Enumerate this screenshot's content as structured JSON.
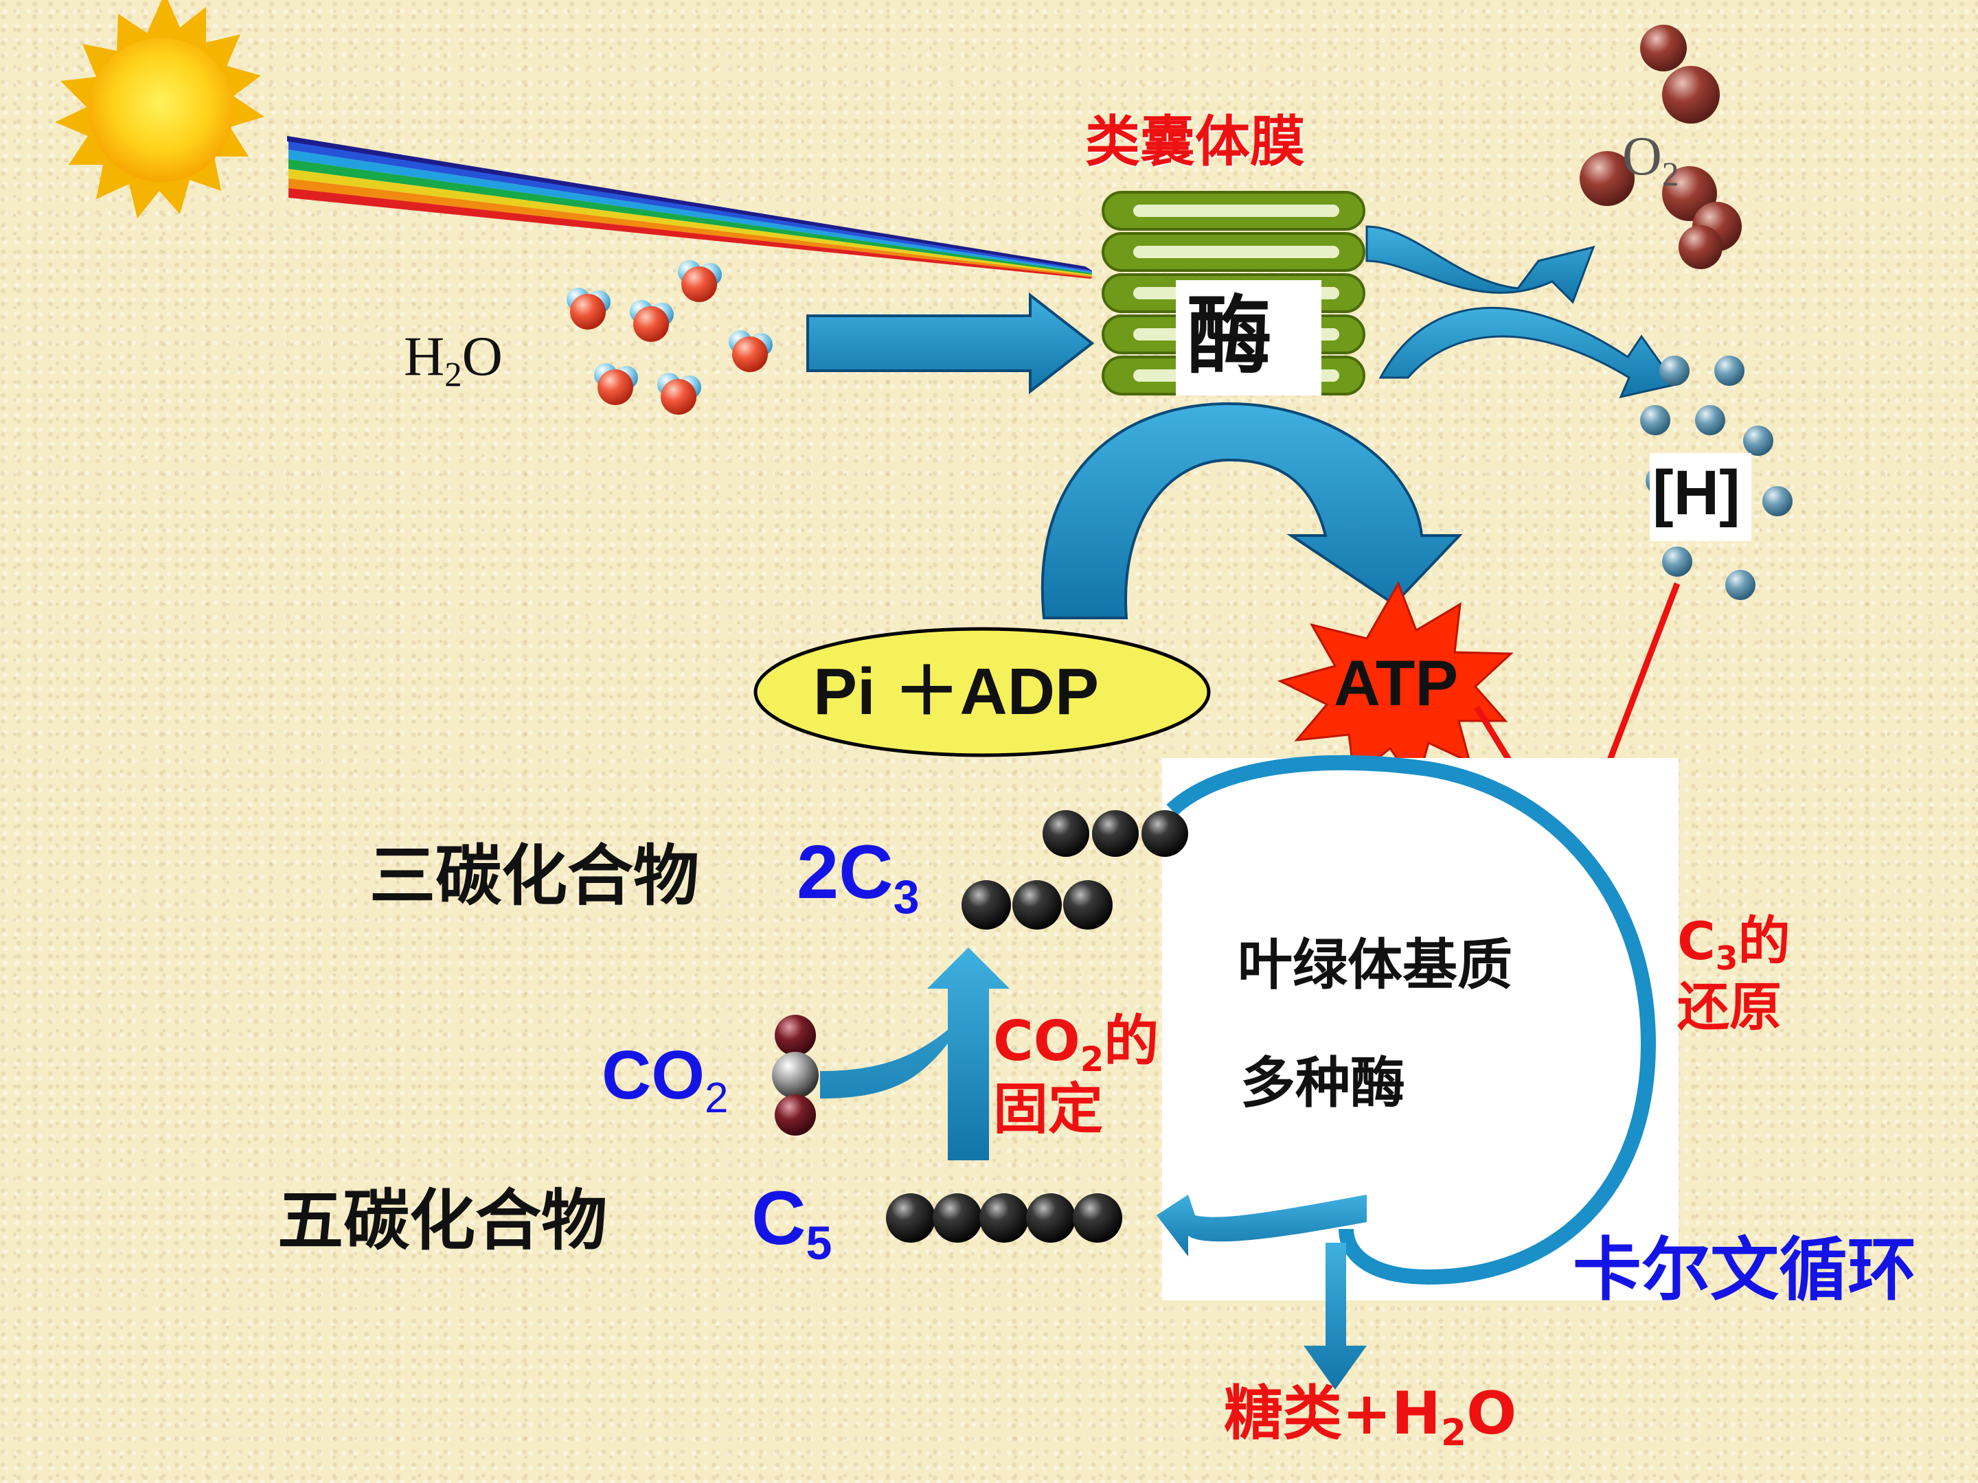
{
  "labels": {
    "thylakoid": "类囊体膜",
    "water": "H2O",
    "oxygen": "O2",
    "enzyme": "酶",
    "hydrogen": "[H]",
    "pi_adp": "Pi ＋ADP",
    "atp": "ATP",
    "c3_name": "三碳化合物",
    "c3_symbol": "2C3",
    "c5_name": "五碳化合物",
    "c5_symbol": "C5",
    "co2": "CO2",
    "co2_fixation_line1": "CO2的",
    "co2_fixation_line2": "固定",
    "stroma": "叶绿体基质",
    "enzymes": "多种酶",
    "c3_reduction_line1": "C3的",
    "c3_reduction_line2": "还原",
    "calvin_cycle": "卡尔文循环",
    "products": "糖类+H2O"
  },
  "colors": {
    "red_label": "#ee1111",
    "blue_label": "#1414e6",
    "arrow_blue": "#1a8fc8",
    "thylakoid_green": "#6f9a1a",
    "sun_yellow": "#ffd21a",
    "atp_burst": "#ff2a00",
    "adp_oval": "#f5f15a"
  }
}
